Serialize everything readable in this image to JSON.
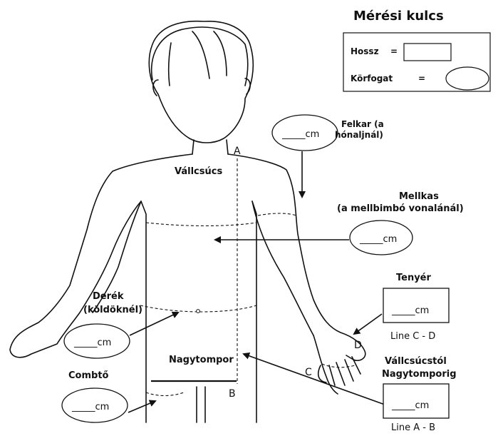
{
  "legend": {
    "title": "Mérési kulcs",
    "length_label": "Hossz",
    "length_eq": "=",
    "circ_label": "Körfogat",
    "circ_eq": "="
  },
  "points": {
    "a": "A",
    "b": "B",
    "c": "C",
    "d": "D"
  },
  "labels": {
    "upperarm_line1": "Felkar (a",
    "upperarm_line2": "hónaljnál)",
    "shoulder": "Vállcsúcs",
    "chest_line1": "Mellkas",
    "chest_line2": "(a mellbimbó vonalánál)",
    "waist_line1": "Derék",
    "waist_line2": "(köldöknél)",
    "palm": "Tenyér",
    "hip": "Nagytompor",
    "thigh": "Combtő",
    "shoulder_to_hip_line1": "Vállcsúcstól",
    "shoulder_to_hip_line2": "Nagytomporig"
  },
  "fields": {
    "upperarm": "_____cm",
    "chest": "_____cm",
    "waist": "_____cm",
    "palm": "_____cm",
    "thigh": "_____cm",
    "shoulder_to_hip": "_____cm"
  },
  "captions": {
    "palm": "Line C - D",
    "shoulder_to_hip": "Line A - B"
  }
}
